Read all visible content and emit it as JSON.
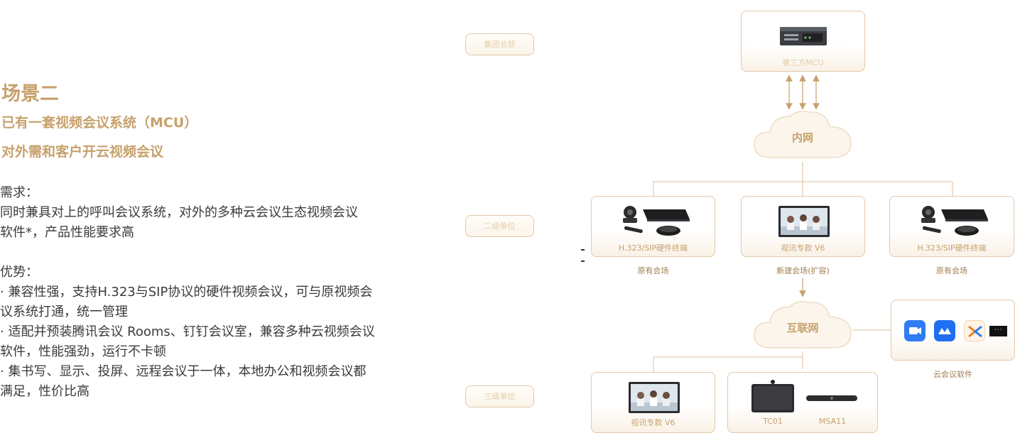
{
  "left": {
    "scene_title": "场景二",
    "subtitle1": "已有一套视频会议系统（MCU）",
    "subtitle2": "对外需和客户开云视频会议",
    "requirement_label": "需求：",
    "requirement_text": "同时兼具对上的呼叫会议系统，对外的多种云会议生态视频会议软件*，产品性能要求高",
    "advantage_label": "优势：",
    "advantages": [
      "· 兼容性强，支持H.323与SIP协议的硬件视频会议，可与原视频会议系统打通，统一管理",
      "· 适配并预装腾讯会议 Rooms、钉钉会议室，兼容多种云视频会议软件，性能强劲，运行不卡顿",
      "· 集书写、显示、投屏、远程会议于一体，本地办公和视频会议都满足，性价比高"
    ]
  },
  "levels": [
    "集团总部",
    "二级单位",
    "三级单位"
  ],
  "mcu": {
    "label": "第三方MCU"
  },
  "clouds": {
    "intranet": "内网",
    "internet": "互联网"
  },
  "tier2": [
    {
      "label": "H.323/SIP硬件终端",
      "caption": "原有会场"
    },
    {
      "label": "视讯专款 V6",
      "caption": "新建会场(扩容)"
    },
    {
      "label": "H.323/SIP硬件终端",
      "caption": "原有会场"
    }
  ],
  "tier3": {
    "v6_label": "视讯专款 V6",
    "tc01_label": "TC01",
    "msa11_label": "MSA11"
  },
  "cloud_software": {
    "caption": "云会议软件",
    "icons": [
      "tencent-meeting-icon",
      "voov-meeting-icon",
      "feishu-icon",
      "more-icon"
    ]
  },
  "colors": {
    "accent": "#c7a16b",
    "border": "#e2c9a6",
    "line": "#d9bf98"
  }
}
